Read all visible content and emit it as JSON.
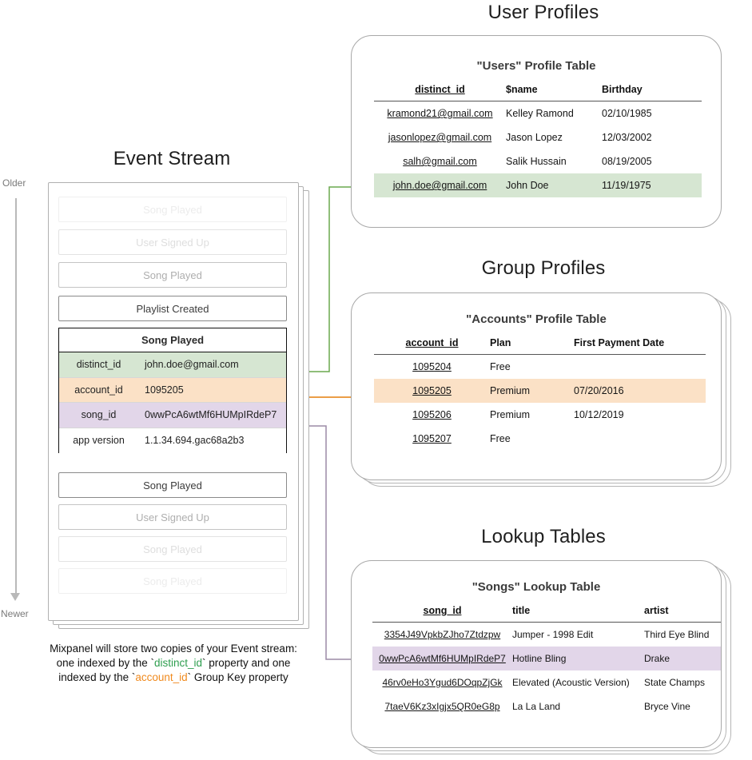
{
  "diagram": {
    "event_stream": {
      "title": "Event Stream",
      "older_label": "Older",
      "newer_label": "Newer",
      "cards": [
        {
          "label": "Song Played",
          "fade": "fade-3"
        },
        {
          "label": "User Signed Up",
          "fade": "fade-2"
        },
        {
          "label": "Song Played",
          "fade": "fade-1"
        },
        {
          "label": "Playlist Created",
          "fade": ""
        },
        {
          "label": "Song Played",
          "fade": ""
        },
        {
          "label": "User Signed Up",
          "fade": "fade-1"
        },
        {
          "label": "Song Played",
          "fade": "fade-2"
        },
        {
          "label": "Song Played",
          "fade": "fade-3"
        }
      ],
      "expanded_event": {
        "name": "Song Played",
        "properties": [
          {
            "key": "distinct_id",
            "value": "john.doe@gmail.com",
            "highlight": "green"
          },
          {
            "key": "account_id",
            "value": "1095205",
            "highlight": "orange"
          },
          {
            "key": "song_id",
            "value": "0wwPcA6wtMf6HUMpIRdeP7",
            "highlight": "purple"
          },
          {
            "key": "app version",
            "value": "1.1.34.694.gac68a2b3",
            "highlight": "plain"
          }
        ]
      },
      "caption": {
        "line1": "Mixpanel will store two copies of your Event stream:",
        "line2_a": "one indexed by the `",
        "line2_key": "distinct_id",
        "line2_b": "` property and one",
        "line3_a": "indexed by the `",
        "line3_key": "account_id",
        "line3_b": "` Group Key property"
      }
    },
    "user_profiles": {
      "title": "User Profiles",
      "table_title": "\"Users\" Profile Table",
      "columns": [
        "distinct_id",
        "$name",
        "Birthday"
      ],
      "rows": [
        {
          "cells": [
            "kramond21@gmail.com",
            "Kelley Ramond",
            "02/10/1985"
          ],
          "highlight": ""
        },
        {
          "cells": [
            "jasonlopez@gmail.com",
            "Jason Lopez",
            "12/03/2002"
          ],
          "highlight": ""
        },
        {
          "cells": [
            "salh@gmail.com",
            "Salik Hussain",
            "08/19/2005"
          ],
          "highlight": ""
        },
        {
          "cells": [
            "john.doe@gmail.com",
            "John Doe",
            "11/19/1975"
          ],
          "highlight": "hl-green"
        }
      ]
    },
    "group_profiles": {
      "title": "Group Profiles",
      "table_title": "\"Accounts\" Profile Table",
      "columns": [
        "account_id",
        "Plan",
        "First Payment Date"
      ],
      "rows": [
        {
          "cells": [
            "1095204",
            "Free",
            ""
          ],
          "highlight": ""
        },
        {
          "cells": [
            "1095205",
            "Premium",
            "07/20/2016"
          ],
          "highlight": "hl-orange"
        },
        {
          "cells": [
            "1095206",
            "Premium",
            "10/12/2019"
          ],
          "highlight": ""
        },
        {
          "cells": [
            "1095207",
            "Free",
            ""
          ],
          "highlight": ""
        }
      ]
    },
    "lookup_tables": {
      "title": "Lookup Tables",
      "table_title": "\"Songs\" Lookup Table",
      "columns": [
        "song_id",
        "title",
        "artist"
      ],
      "rows": [
        {
          "cells": [
            "3354J49VpkbZJho7Ztdzpw",
            "Jumper - 1998 Edit",
            "Third Eye Blind"
          ],
          "highlight": ""
        },
        {
          "cells": [
            "0wwPcA6wtMf6HUMpIRdeP7",
            "Hotline Bling",
            "Drake"
          ],
          "highlight": "hl-purple"
        },
        {
          "cells": [
            "46rv0eHo3Ygud6DOqpZjGk",
            "Elevated (Acoustic Version)",
            "State Champs"
          ],
          "highlight": ""
        },
        {
          "cells": [
            "7taeV6Kz3xIgjx5QR0eG8p",
            "La La Land",
            "Bryce Vine"
          ],
          "highlight": ""
        }
      ]
    },
    "colors": {
      "green": "#d6e6d2",
      "orange": "#fbe1c6",
      "purple": "#e2d6e9",
      "green_arrow": "#6aa84f",
      "orange_arrow": "#e8912d",
      "purple_arrow": "#9b8aa6"
    }
  }
}
